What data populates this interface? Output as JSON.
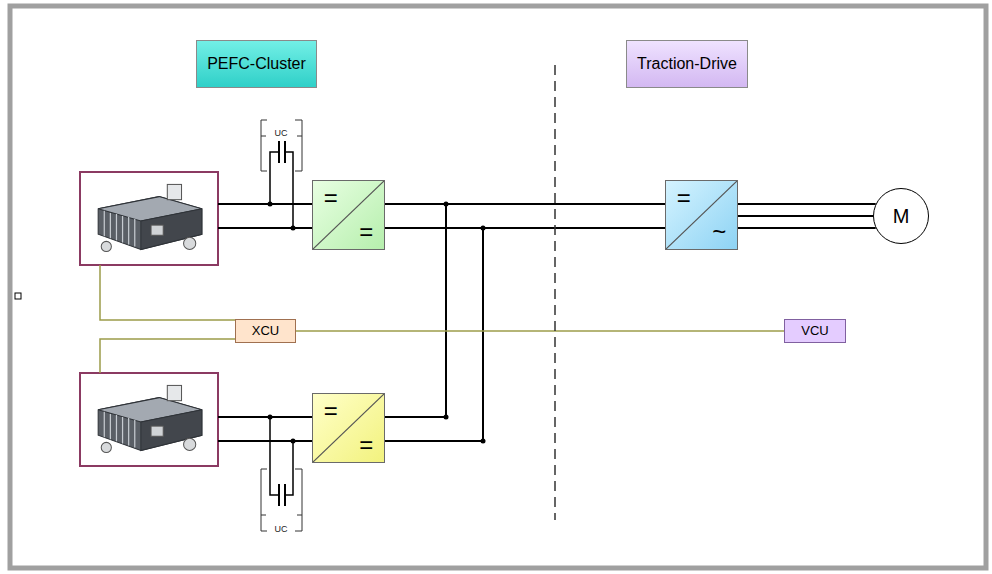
{
  "diagram": {
    "nodes": [
      {
        "text": [
          "PEFC-Cluster"
        ]
      },
      {
        "text": [
          "Traction-Drive"
        ]
      },
      {
        "text": [
          "=",
          "="
        ]
      },
      {
        "text": [
          "=",
          "~"
        ]
      },
      {
        "text": [
          "M"
        ]
      },
      {
        "text": [
          "XCU"
        ]
      },
      {
        "text": [
          "VCU"
        ]
      },
      {
        "text": [
          "=",
          "="
        ]
      }
    ],
    "edges": [
      {
        "from": 2,
        "to": 3,
        "arrow": "none"
      },
      {
        "from": 7,
        "to": 3,
        "arrow": "none"
      },
      {
        "from": 3,
        "to": 4,
        "arrow": "none"
      },
      {
        "from": 5,
        "to": 6,
        "arrow": "none"
      }
    ],
    "labels": [
      "UC",
      "UC"
    ]
  }
}
